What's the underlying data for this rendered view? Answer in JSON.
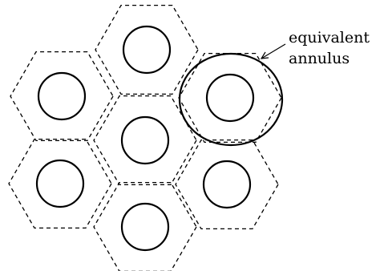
{
  "annotation": {
    "line1": "equivalent",
    "line2": "annulus"
  },
  "cells": [
    {
      "id": "top"
    },
    {
      "id": "upper-left"
    },
    {
      "id": "center"
    },
    {
      "id": "upper-right"
    },
    {
      "id": "lower-left"
    },
    {
      "id": "lower-right"
    },
    {
      "id": "bottom"
    }
  ]
}
